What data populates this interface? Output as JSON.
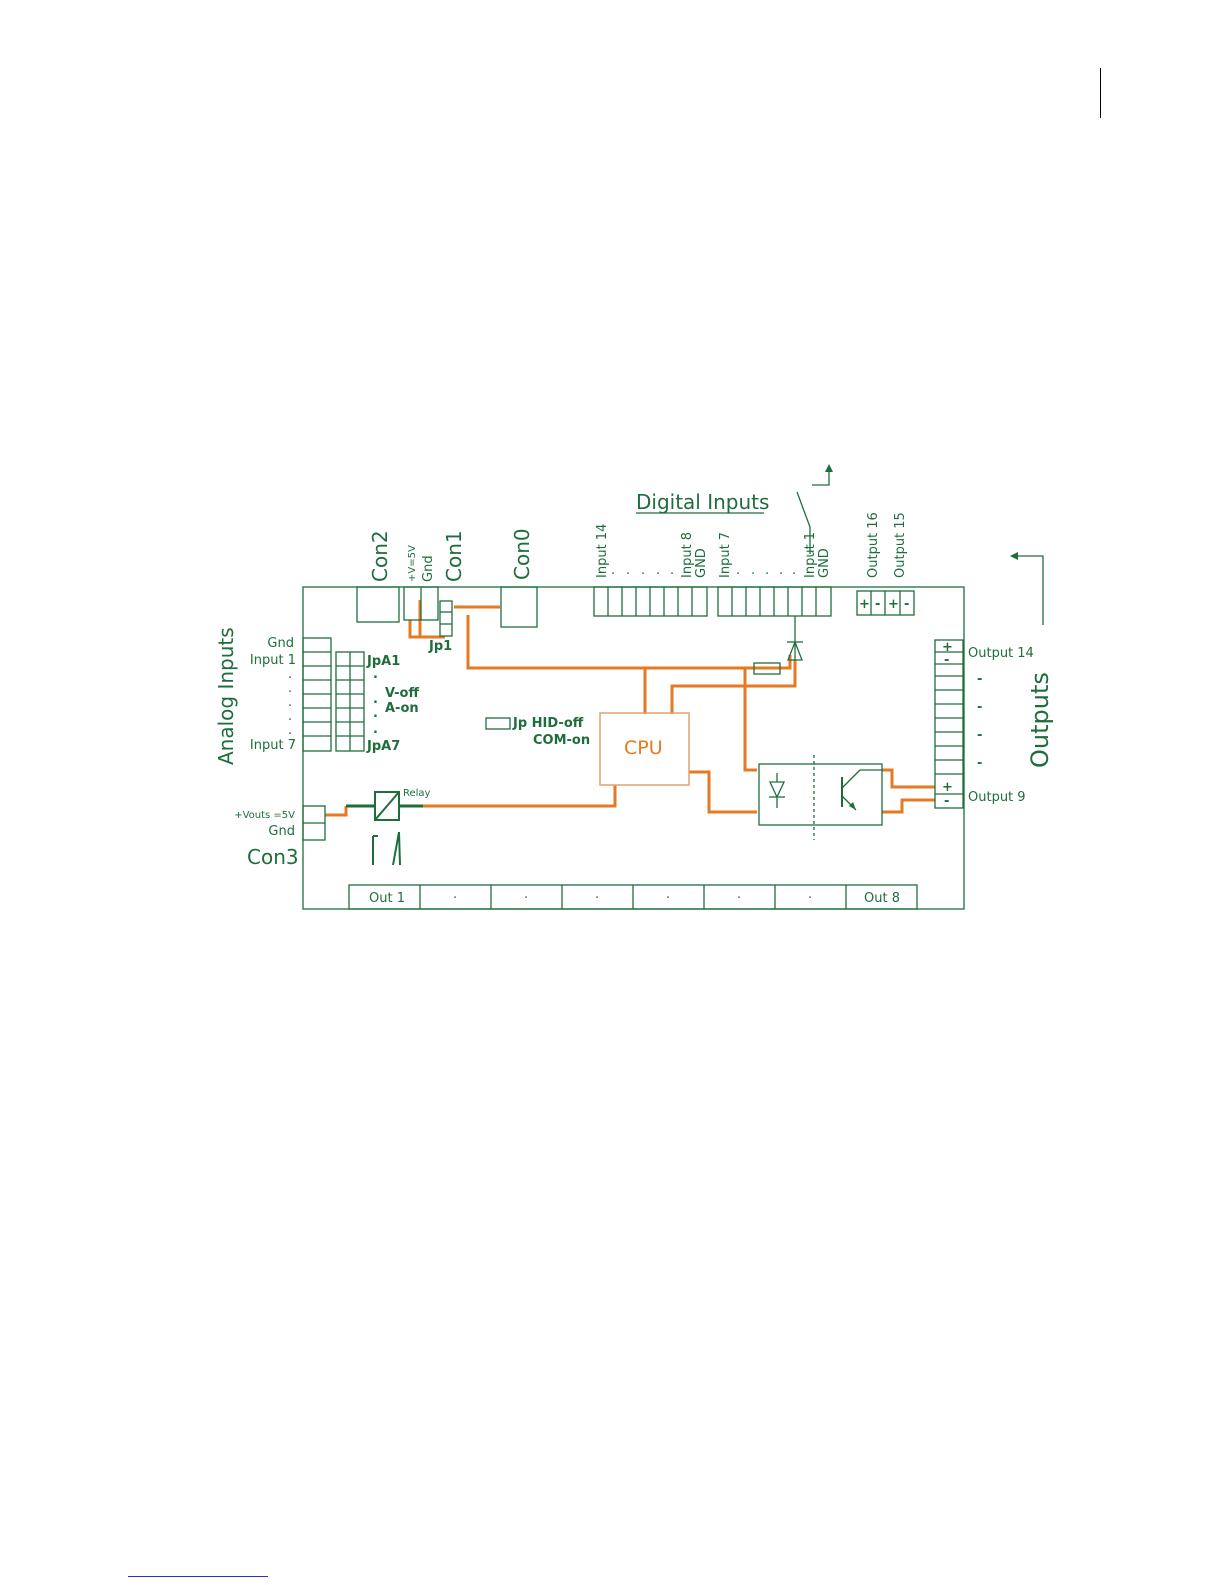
{
  "colors": {
    "diagram": "#1e6e3c",
    "wire": "#e67a22"
  },
  "labels": {
    "digital_inputs": "Digital Inputs",
    "analog_inputs": "Analog Inputs",
    "outputs": "Outputs",
    "con0": "Con0",
    "con1": "Con1",
    "con2": "Con2",
    "con3": "Con3",
    "v5": "+V=5V",
    "gnd": "Gnd",
    "gnd_caps": "GND",
    "jp1": "Jp1",
    "jpa1": "JpA1",
    "jpa7": "JpA7",
    "v_off": "V-off",
    "a_on": "A-on",
    "jp_hid_off": "Jp HID-off",
    "com_on": "COM-on",
    "cpu": "CPU",
    "relay": "Relay",
    "vouts": "+Vouts =5V",
    "input_1": "Input 1",
    "input_7": "Input 7",
    "input_8": "Input 8",
    "input_14": "Input 14",
    "output_9": "Output 9",
    "output_14": "Output 14",
    "output_15": "Output 15",
    "output_16": "Output 16",
    "out_1": "Out 1",
    "out_8": "Out 8",
    "plus": "+",
    "minus": "-",
    "dot": "."
  }
}
